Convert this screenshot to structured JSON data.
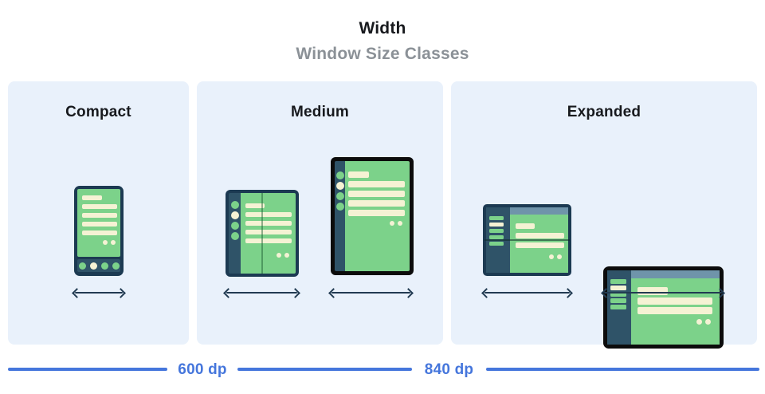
{
  "header": {
    "title": "Width",
    "subtitle": "Window Size Classes"
  },
  "panels": [
    {
      "label": "Compact",
      "devices": [
        "phone-portrait"
      ]
    },
    {
      "label": "Medium",
      "devices": [
        "foldable-open-portrait",
        "tablet-portrait"
      ]
    },
    {
      "label": "Expanded",
      "devices": [
        "foldable-open-landscape",
        "tablet-landscape"
      ]
    }
  ],
  "breakpoints": [
    "600 dp",
    "840 dp"
  ],
  "icons": {
    "width_arrow": "double-headed-horizontal-arrow"
  },
  "colors": {
    "accent_blue": "#4576DC",
    "panel_background": "#E9F1FB",
    "device_frame_navy": "#1C3A52",
    "device_frame_black": "#0C0C0C",
    "nav_rail_navy": "#2F5368",
    "screen_green": "#7CD28A",
    "content_cream": "#F5F2D4",
    "app_bar_blue_gray": "#6F94AA",
    "title_black": "#17191D",
    "subtitle_gray": "#8B9197"
  }
}
